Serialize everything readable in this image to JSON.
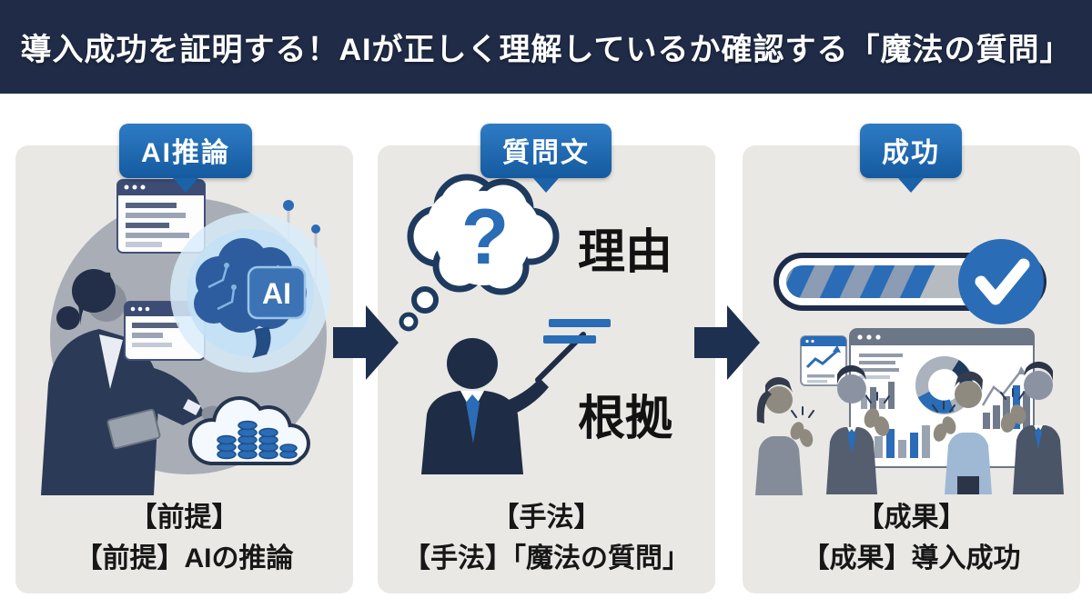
{
  "header": {
    "title": "導入成功を証明する！AIが正しく理解しているか確認する「魔法の質問」"
  },
  "panels": [
    {
      "badge": "AI推論",
      "caption_line1": "【前提】",
      "caption_line2": "【前提】AIの推論",
      "ai_chip_label": "AI"
    },
    {
      "badge": "質問文",
      "caption_line1": "【手法】",
      "caption_line2": "【手法】「魔法の質問」",
      "question_mark": "?",
      "reason_label": "理由",
      "evidence_label": "根拠"
    },
    {
      "badge": "成功",
      "caption_line1": "【成果】",
      "caption_line2": "【成果】導入成功"
    }
  ],
  "colors": {
    "header_bg": "#202c47",
    "panel_bg": "#e9e8e5",
    "badge_blue": "#1b66b0",
    "accent_blue": "#2a6cb5",
    "navy": "#1e3a5f",
    "arrow_navy": "#1d3050",
    "check_circle": "#2a6db6"
  }
}
